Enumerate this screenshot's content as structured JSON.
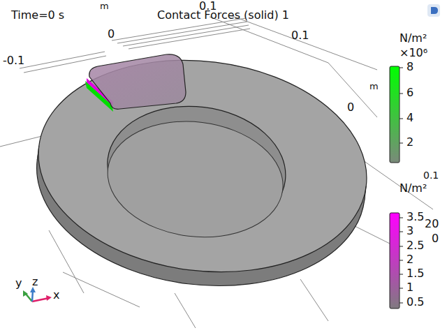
{
  "diagram": {
    "title": "Contact Forces (solid) 1",
    "labels": [
      "Time=0 s",
      "m",
      "0.1",
      "0",
      "0.1",
      "-0.1",
      "N/m²",
      "×10⁶",
      "m",
      "8",
      "6",
      "0",
      "4",
      "2",
      "0.1",
      "N/m²",
      "20",
      "3.5",
      "3",
      "0",
      "2.5",
      "2",
      "1.5",
      "1",
      "0.5",
      "y",
      "z",
      "x"
    ]
  }
}
